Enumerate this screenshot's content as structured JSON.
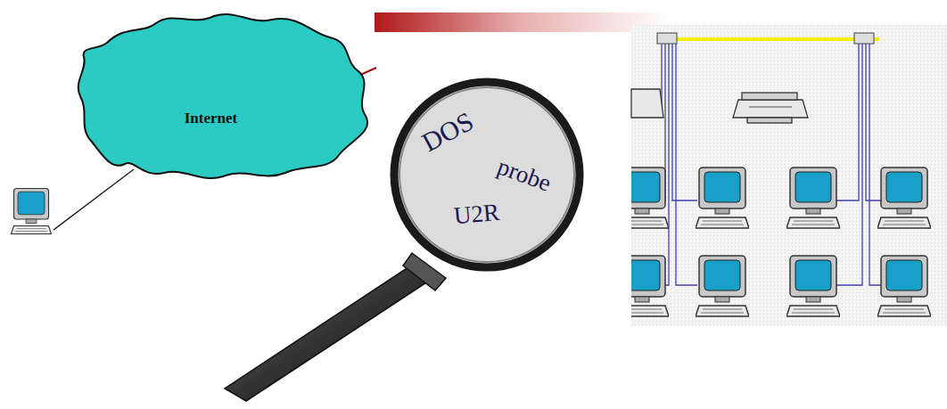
{
  "diagram": {
    "nodes": [
      {
        "text": [
          "Internet"
        ]
      },
      {
        "text": [
          "DOS",
          "probe",
          "U2R"
        ]
      }
    ]
  }
}
